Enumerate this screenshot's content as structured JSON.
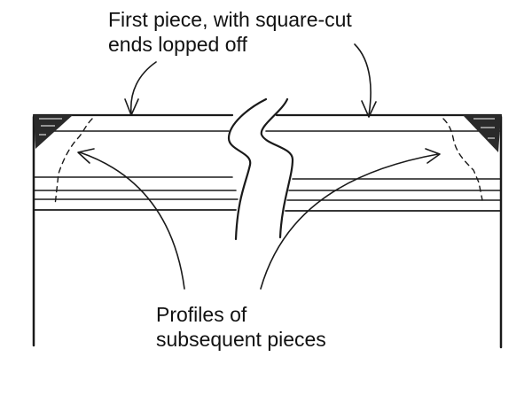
{
  "callouts": {
    "top": {
      "line1": "First piece, with square-cut",
      "line2": "ends lopped off"
    },
    "bottom": {
      "line1": "Profiles of",
      "line2": "subsequent pieces"
    }
  },
  "colors": {
    "ink": "#1a1a1a",
    "background": "#ffffff"
  }
}
